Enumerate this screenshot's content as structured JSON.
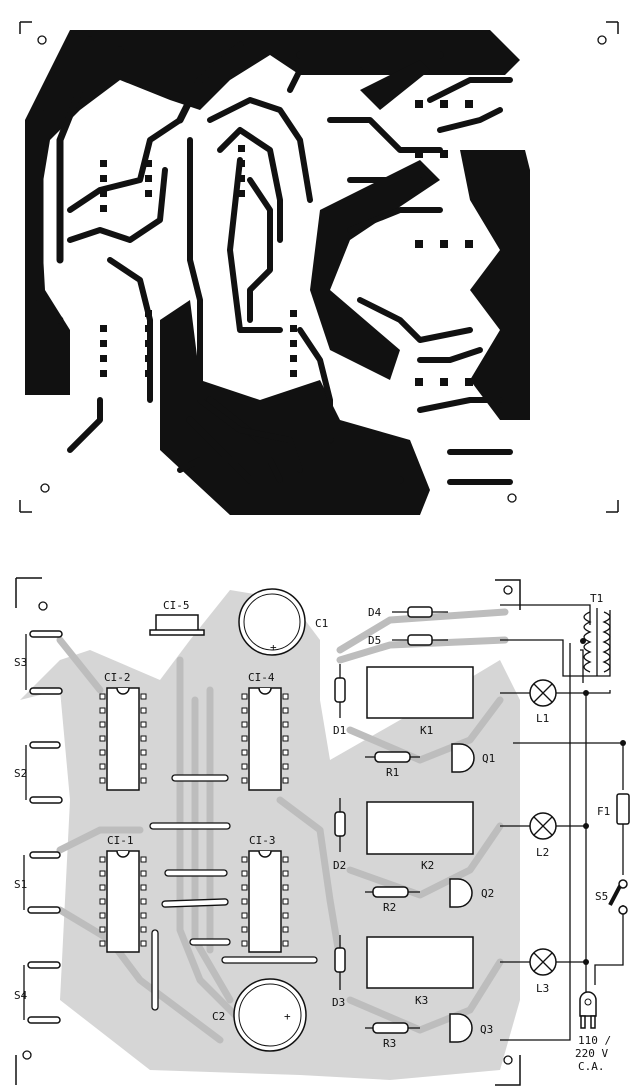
{
  "copper_side": {
    "colors": {
      "copper": "#111111",
      "board": "#ffffff"
    }
  },
  "component_side": {
    "colors": {
      "tracks": "#bdbdbd",
      "ink": "#111111"
    },
    "ics": [
      "CI-1",
      "CI-2",
      "CI-3",
      "CI-4",
      "CI-5"
    ],
    "capacitors": [
      "C1",
      "C2"
    ],
    "diodes": [
      "D1",
      "D2",
      "D3",
      "D4",
      "D5"
    ],
    "relays": [
      "K1",
      "K2",
      "K3"
    ],
    "resistors": [
      "R1",
      "R2",
      "R3"
    ],
    "transistors": [
      "Q1",
      "Q2",
      "Q3"
    ],
    "switches": [
      "S1",
      "S2",
      "S3",
      "S4",
      "S5"
    ],
    "lamps": [
      "L1",
      "L2",
      "L3"
    ],
    "transformer": "T1",
    "fuse": "F1",
    "mains": {
      "line1": "110 /",
      "line2": "220 V",
      "line3": "C.A."
    },
    "plus_sign": "+"
  }
}
